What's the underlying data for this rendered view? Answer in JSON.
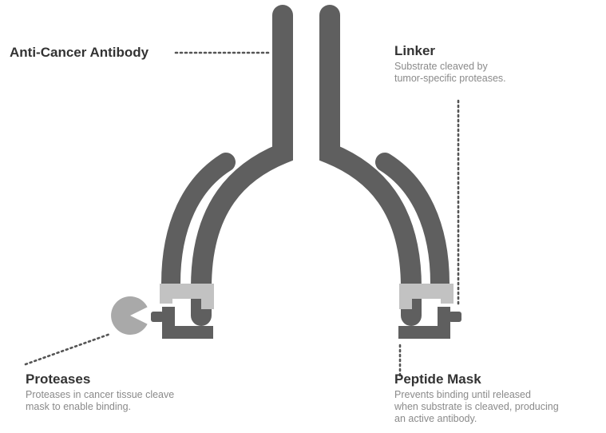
{
  "labels": {
    "antibody": {
      "title": "Anti-Cancer Antibody"
    },
    "linker": {
      "title": "Linker",
      "lines": [
        "Substrate cleaved by",
        "tumor-specific proteases."
      ]
    },
    "proteases": {
      "title": "Proteases",
      "lines": [
        "Proteases in cancer tissue cleave",
        "mask to enable binding."
      ]
    },
    "peptide_mask": {
      "title": "Peptide Mask",
      "lines": [
        "Prevents binding until released",
        "when substrate is cleaved, producing",
        "an active antibody."
      ]
    }
  },
  "colors": {
    "antibody": "#5f5f5f",
    "mask": "#c2c2c2",
    "protease": "#a9a9a9",
    "text_heading": "#333333",
    "text_desc": "#8a8a8a"
  }
}
